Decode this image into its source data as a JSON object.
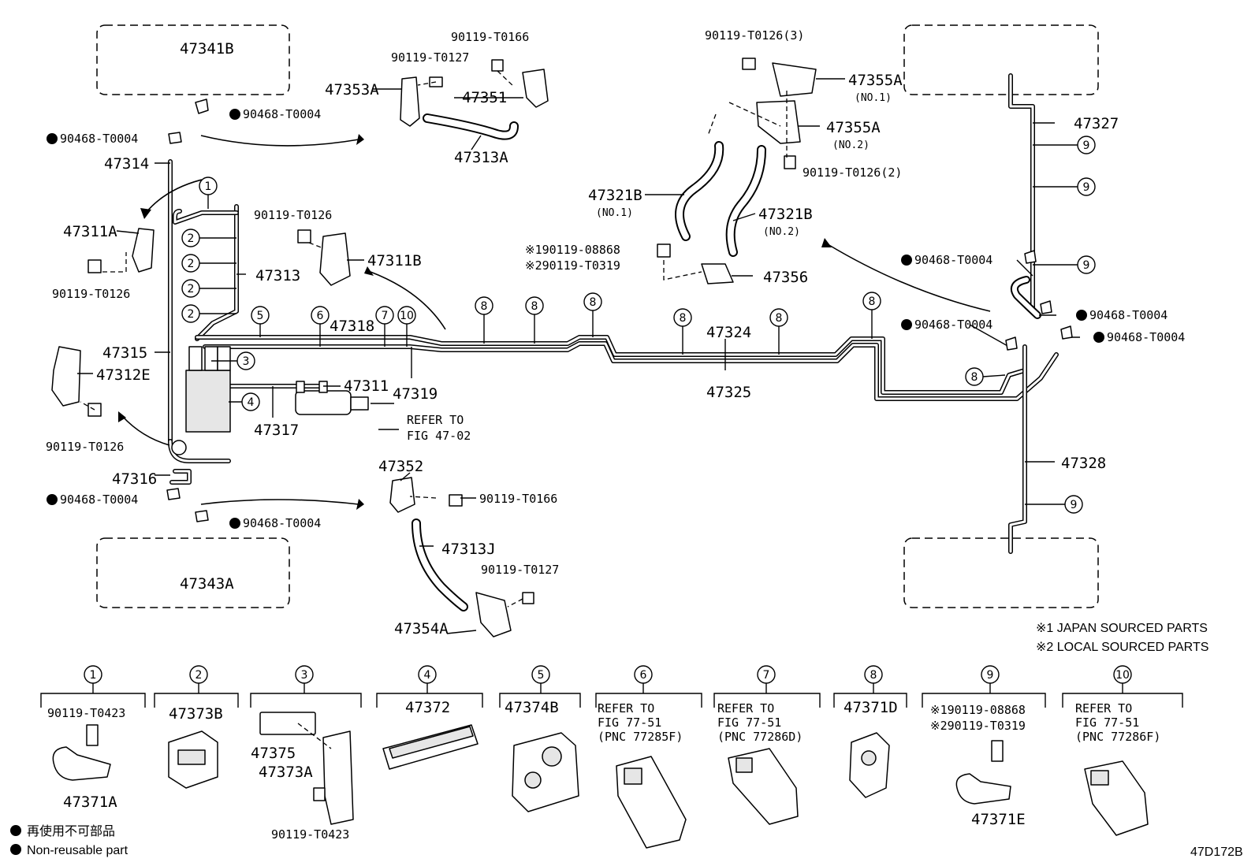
{
  "labels": {
    "p47341B": "47341B",
    "p90119_T0166_top": "90119-T0166",
    "p90119_T0127_top": "90119-T0127",
    "p47353A": "47353A",
    "p47351": "47351",
    "p90468_T0004_a": "90468-T0004",
    "p90468_T0004_b": "90468-T0004",
    "p47314": "47314",
    "p47313A": "47313A",
    "p47311A": "47311A",
    "p90119_T0126_a": "90119-T0126",
    "p90119_T0126_b": "90119-T0126",
    "p47311B": "47311B",
    "p47313": "47313",
    "p47318": "47318",
    "p47315": "47315",
    "p47312E": "47312E",
    "p47311": "47311",
    "p47319": "47319",
    "p47317": "47317",
    "refer_fig": "REFER TO",
    "refer_fig2": "FIG 47-02",
    "p90119_T0126_c": "90119-T0126",
    "p47316": "47316",
    "p90468_T0004_c": "90468-T0004",
    "p90468_T0004_d": "90468-T0004",
    "p47343A": "47343A",
    "p47352": "47352",
    "p90119_T0166_mid": "90119-T0166",
    "p47313J": "47313J",
    "p90119_T0127_mid": "90119-T0127",
    "p47354A": "47354A",
    "p90119_T0126_3": "90119-T0126(3)",
    "p47355A_1": "47355A",
    "no1_a": "(NO.1)",
    "p47355A_2": "47355A",
    "no2_a": "(NO.2)",
    "p90119_T0126_2": "90119-T0126(2)",
    "p47321B_1": "47321B",
    "no1_b": "(NO.1)",
    "p47321B_2": "47321B",
    "no2_b": "(NO.2)",
    "p90119_08868": "※190119-08868",
    "p90119_T0319": "※290119-T0319",
    "p47356": "47356",
    "p47327": "47327",
    "p90468_T0004_e": "90468-T0004",
    "p90468_T0004_f": "90468-T0004",
    "p90468_T0004_g": "90468-T0004",
    "p90468_T0004_h": "90468-T0004",
    "p47324": "47324",
    "p47325": "47325",
    "p47328": "47328",
    "japan_note": "※1 JAPAN SOURCED PARTS",
    "local_note": "※2 LOCAL SOURCED PARTS",
    "nonreuse_jp": "再使用不可部品",
    "nonreuse_en": "Non-reusable part",
    "fig_code": "47D172B"
  },
  "callouts": [
    "1",
    "2",
    "3",
    "4",
    "5",
    "6",
    "7",
    "8",
    "9",
    "10"
  ],
  "legend": [
    {
      "num": "1",
      "lines": [
        "90119-T0423",
        "47371A"
      ]
    },
    {
      "num": "2",
      "lines": [
        "47373B"
      ]
    },
    {
      "num": "3",
      "lines": [
        "47375",
        "47373A",
        "90119-T0423"
      ]
    },
    {
      "num": "4",
      "lines": [
        "47372"
      ]
    },
    {
      "num": "5",
      "lines": [
        "47374B"
      ]
    },
    {
      "num": "6",
      "lines": [
        "REFER TO",
        "FIG 77-51",
        "(PNC 77285F)"
      ]
    },
    {
      "num": "7",
      "lines": [
        "REFER TO",
        "FIG 77-51",
        "(PNC 77286D)"
      ]
    },
    {
      "num": "8",
      "lines": [
        "47371D"
      ]
    },
    {
      "num": "9",
      "lines": [
        "※190119-08868",
        "※290119-T0319",
        "47371E"
      ]
    },
    {
      "num": "10",
      "lines": [
        "REFER TO",
        "FIG 77-51",
        "(PNC 77286F)"
      ]
    }
  ]
}
